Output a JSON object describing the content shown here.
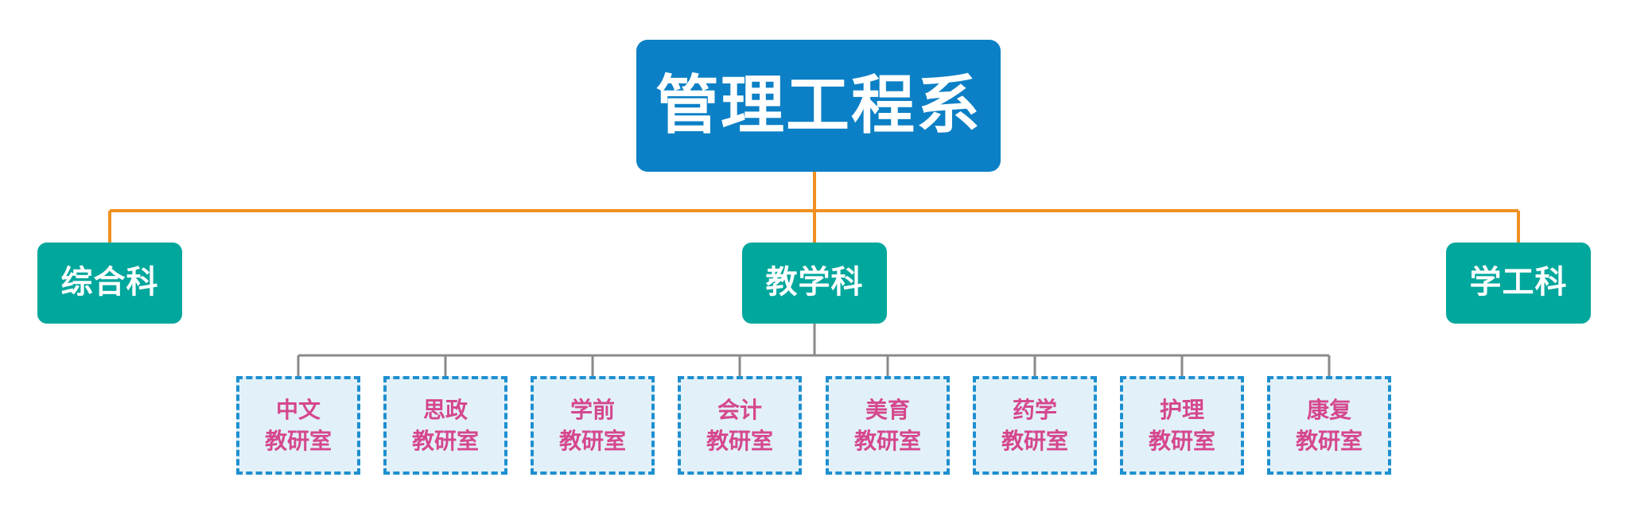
{
  "title": "管理工程系",
  "colors": {
    "root_fill": "#0c80c6",
    "section_fill": "#00a79c",
    "office_fill": "#e2f1f9",
    "office_border": "#1e8fd0",
    "office_text": "#d5478d",
    "connector_orange": "#f09022",
    "connector_gray": "#8a8a8a",
    "node_text": "#ffffff",
    "background": "#ffffff"
  },
  "chart_data": {
    "type": "diagram",
    "subtype": "organization-tree",
    "title": "管理工程系",
    "root": {
      "label": "管理工程系",
      "level": 1
    },
    "sections": [
      {
        "label": "综合科",
        "level": 2,
        "position": "left",
        "children": []
      },
      {
        "label": "教学科",
        "level": 2,
        "position": "center",
        "children": [
          "中文教研室",
          "思政教研室",
          "学前教研室",
          "会计教研室",
          "美育教研室",
          "药学教研室",
          "护理教研室",
          "康复教研室"
        ]
      },
      {
        "label": "学工科",
        "level": 2,
        "position": "right",
        "children": []
      }
    ],
    "offices": [
      {
        "line_1": "中文",
        "line_2": "教研室",
        "full": "中文教研室"
      },
      {
        "line_1": "思政",
        "line_2": "教研室",
        "full": "思政教研室"
      },
      {
        "line_1": "学前",
        "line_2": "教研室",
        "full": "学前教研室"
      },
      {
        "line_1": "会计",
        "line_2": "教研室",
        "full": "会计教研室"
      },
      {
        "line_1": "美育",
        "line_2": "教研室",
        "full": "美育教研室"
      },
      {
        "line_1": "药学",
        "line_2": "教研室",
        "full": "药学教研室"
      },
      {
        "line_1": "护理",
        "line_2": "教研室",
        "full": "护理教研室"
      },
      {
        "line_1": "康复",
        "line_2": "教研室",
        "full": "康复教研室"
      }
    ]
  },
  "root": {
    "label": "管理工程系"
  },
  "sections": [
    {
      "label": "综合科"
    },
    {
      "label": "教学科"
    },
    {
      "label": "学工科"
    }
  ],
  "offices": [
    {
      "line_1": "中文",
      "line_2": "教研室"
    },
    {
      "line_1": "思政",
      "line_2": "教研室"
    },
    {
      "line_1": "学前",
      "line_2": "教研室"
    },
    {
      "line_1": "会计",
      "line_2": "教研室"
    },
    {
      "line_1": "美育",
      "line_2": "教研室"
    },
    {
      "line_1": "药学",
      "line_2": "教研室"
    },
    {
      "line_1": "护理",
      "line_2": "教研室"
    },
    {
      "line_1": "康复",
      "line_2": "教研室"
    }
  ]
}
